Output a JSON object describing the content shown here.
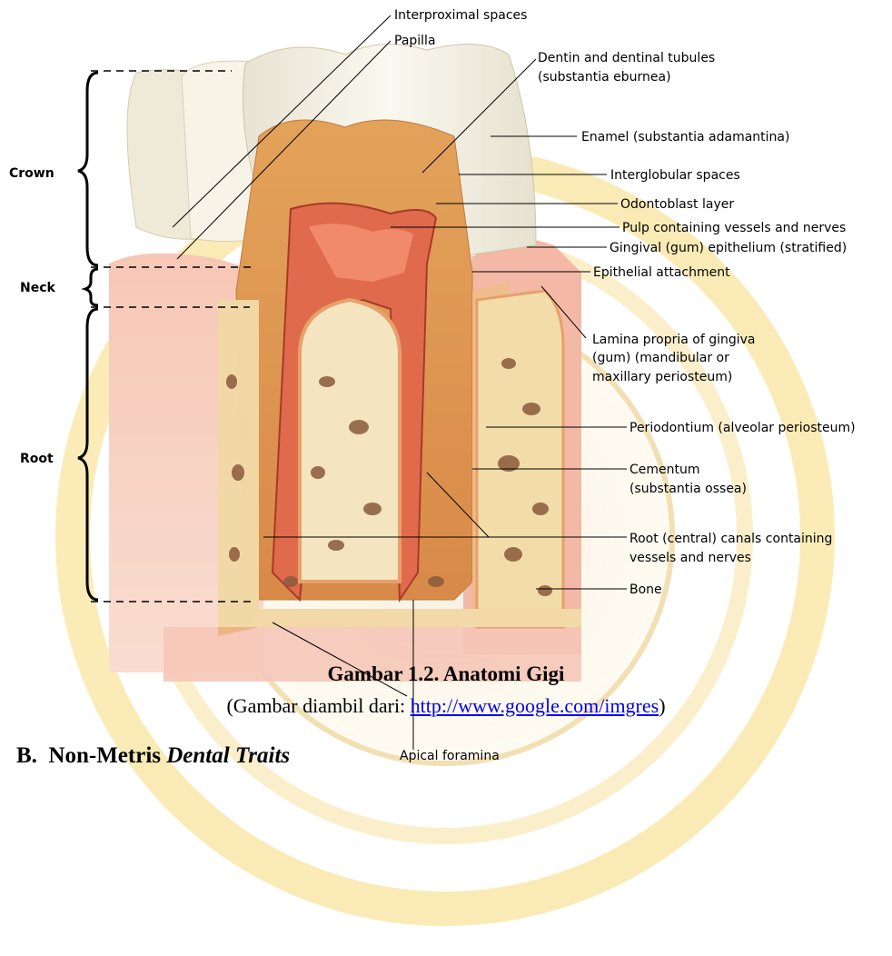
{
  "diagram": {
    "sections": {
      "crown": "Crown",
      "neck": "Neck",
      "root": "Root"
    },
    "labels": {
      "interproximal": "Interproximal spaces",
      "papilla": "Papilla",
      "dentin_1": "Dentin and dentinal tubules",
      "dentin_2": "(substantia eburnea)",
      "enamel": "Enamel (substantia adamantina)",
      "interglobular": "Interglobular spaces",
      "odontoblast": "Odontoblast layer",
      "pulp": "Pulp containing vessels and nerves",
      "gingival_epithelium": "Gingival (gum) epithelium (stratified)",
      "epithelial_attachment": "Epithelial attachment",
      "lamina_1": "Lamina propria of gingiva",
      "lamina_2": "(gum) (mandibular or",
      "lamina_3": "maxillary periosteum)",
      "periodontium": "Periodontium (alveolar periosteum)",
      "cementum_1": "Cementum",
      "cementum_2": "(substantia ossea)",
      "root_canals_1": "Root (central) canals containing",
      "root_canals_2": "vessels and nerves",
      "bone": "Bone",
      "apical": "Apical foramina"
    }
  },
  "caption": {
    "title": "Gambar 1.2. Anatomi Gigi",
    "source_prefix": "(Gambar diambil dari: ",
    "source_link": "http://www.google.com/imgres",
    "source_suffix": ")"
  },
  "section_heading": {
    "prefix": "B.  Non-Metris ",
    "italic": "Dental Traits"
  },
  "colors": {
    "gum_pink": "#f2b3a5",
    "enamel": "#f2eee2",
    "dentin": "#d9964e",
    "pulp": "#d9614a",
    "bone": "#f0d9a8",
    "bone_spots": "#8a5a3c",
    "watermark": "#f5d060"
  }
}
